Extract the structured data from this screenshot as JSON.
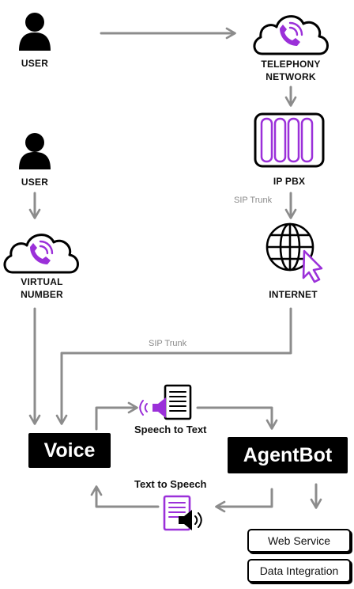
{
  "nodes": {
    "user_top": "USER",
    "telephony_line1": "TELEPHONY",
    "telephony_line2": "NETWORK",
    "ip_pbx": "IP PBX",
    "user_left": "USER",
    "virtual_line1": "VIRTUAL",
    "virtual_line2": "NUMBER",
    "internet": "INTERNET",
    "voice": "Voice",
    "agentbot": "AgentBot",
    "speech_to_text": "Speech to Text",
    "text_to_speech": "Text to Speech",
    "web_service": "Web Service",
    "data_integration": "Data Integration"
  },
  "edges": {
    "sip_trunk_pbx": "SIP Trunk",
    "sip_trunk_internet": "SIP Trunk"
  },
  "colors": {
    "accent": "#9b30d9",
    "arrow": "#8c8c8c",
    "box": "#000000"
  },
  "icons": [
    "user-icon",
    "cloud-phone-icon",
    "server-icon",
    "globe-cursor-icon",
    "document-speaker-icon"
  ]
}
